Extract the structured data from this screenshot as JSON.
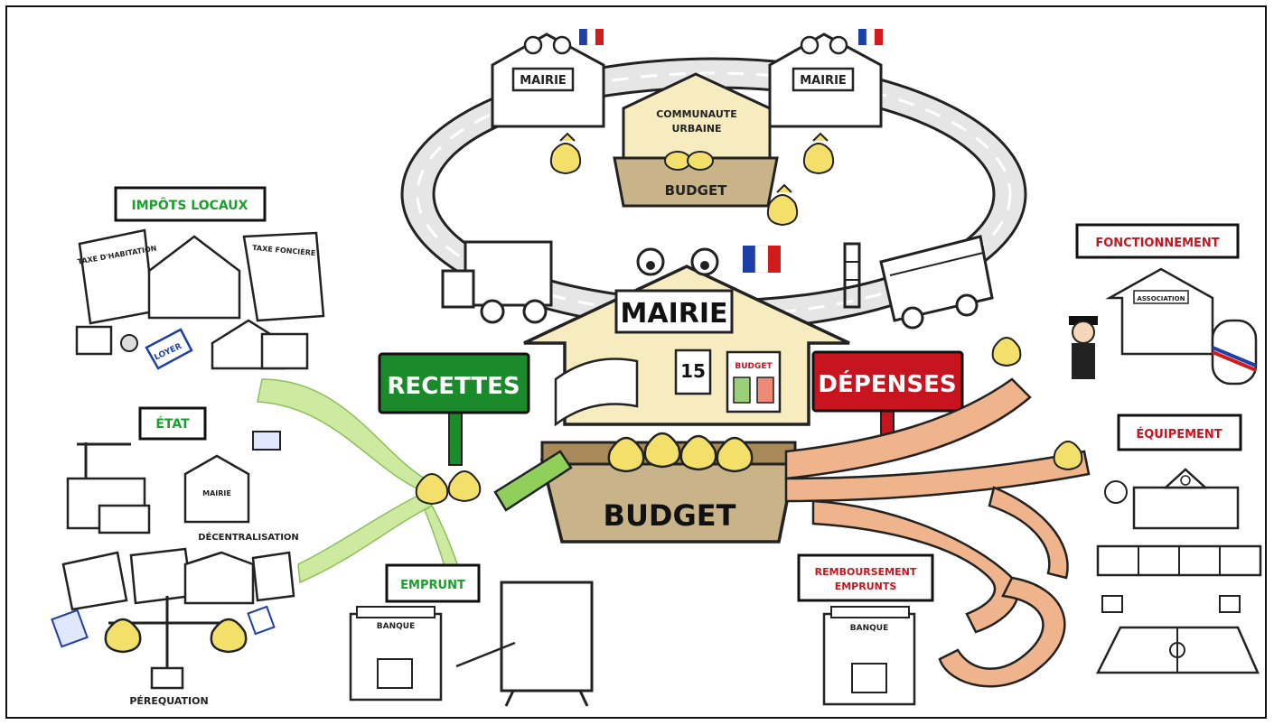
{
  "labels": {
    "mairie_top_left": "MAIRIE",
    "mairie_top_right": "MAIRIE",
    "communaute_urbaine_line1": "COMMUNAUTE",
    "communaute_urbaine_line2": "URBAINE",
    "budget_top": "BUDGET",
    "mairie_center": "MAIRIE",
    "budget_center": "BUDGET",
    "recettes": "RECETTES",
    "depenses": "DÉPENSES",
    "impots_locaux": "IMPÔTS LOCAUX",
    "taxe_habitation": "TAXE D'HABITATION",
    "taxe_fonciere": "TAXE FONCIÈRE",
    "loyer": "LOYER",
    "etat": "ÉTAT",
    "mairie_etat": "MAIRIE",
    "decentralisation": "DÉCENTRALISATION",
    "perequation": "PÉREQUATION",
    "emprunt": "EMPRUNT",
    "banque_left": "BANQUE",
    "remboursement_line1": "REMBOURSEMENT",
    "remboursement_line2": "EMPRUNTS",
    "banque_right": "BANQUE",
    "fonctionnement": "FONCTIONNEMENT",
    "association": "ASSOCIATION",
    "equipement": "ÉQUIPEMENT",
    "calendar_day": "15",
    "budget_board": "BUDGET"
  },
  "colors": {
    "recettes_sign": "#1a8a2a",
    "depenses_sign": "#c8141e",
    "green_label_text": "#1aa02a",
    "red_label_text": "#c8141e",
    "budget_box": "#c9b48a",
    "house_cream": "#f6ecc0",
    "money_bag": "#f3e06a",
    "green_stream": "#cdeaa0",
    "copper_pipes": "#efb48c",
    "flag_blue": "#1f3fa8",
    "flag_red": "#d21c1c"
  }
}
